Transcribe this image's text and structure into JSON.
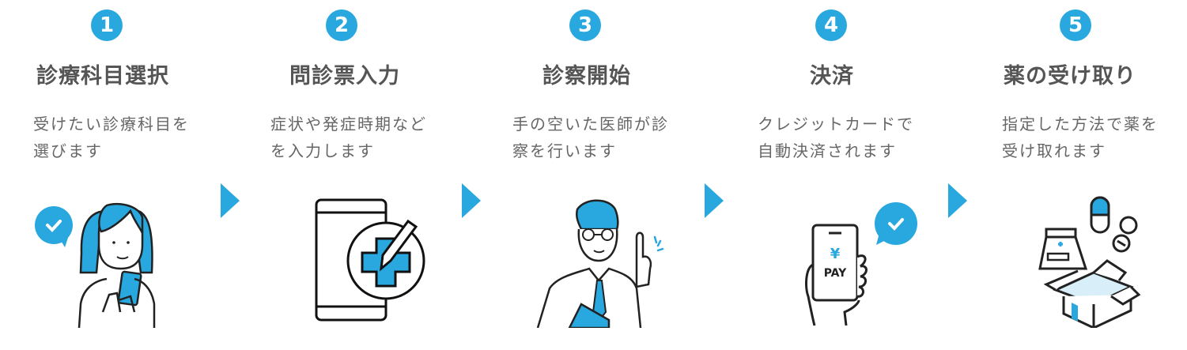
{
  "colors": {
    "accent": "#29a7df",
    "title": "#555555",
    "text": "#666666",
    "line": "#222222"
  },
  "steps": [
    {
      "number": "1",
      "title": "診療科目選択",
      "description": "受けたい診療科目を選びます",
      "illustration": "woman-with-smartphone-check"
    },
    {
      "number": "2",
      "title": "問診票入力",
      "description": "症状や発症時期などを入力します",
      "illustration": "smartphone-medical-cross-pen"
    },
    {
      "number": "3",
      "title": "診察開始",
      "description": "手の空いた医師が診察を行います",
      "illustration": "doctor-pointing"
    },
    {
      "number": "4",
      "title": "決済",
      "description": "クレジットカードで自動決済されます",
      "illustration": "hand-smartphone-pay-yen-check"
    },
    {
      "number": "5",
      "title": "薬の受け取り",
      "description": "指定した方法で薬を受け取れます",
      "illustration": "medicine-box-pills"
    }
  ],
  "pay_label": "PAY",
  "yen_symbol": "¥",
  "arrow_icon": "triangle-right"
}
